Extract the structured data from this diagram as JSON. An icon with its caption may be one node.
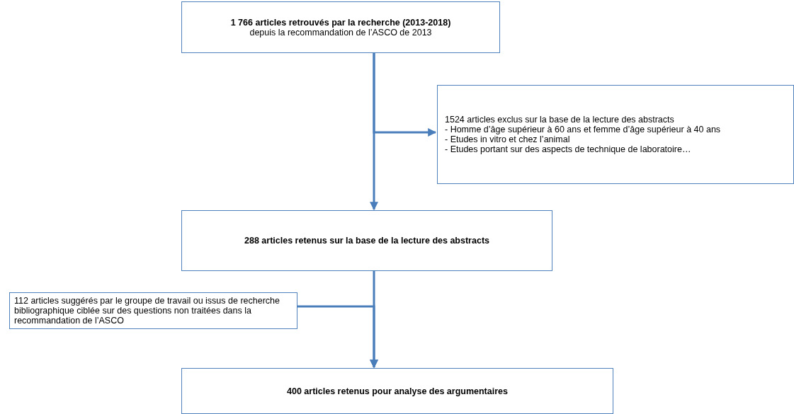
{
  "diagram": {
    "nodes": [
      {
        "text": [
          "1 766 articles retrouvés par la recherche (2013-2018)",
          "depuis la recommandation de l’ASCO de 2013"
        ]
      },
      {
        "text": [
          "1524 articles exclus sur la base de la lecture des abstracts",
          "- Homme d’âge supérieur à 60 ans et femme d’âge supérieur à 40 ans",
          "- Etudes in vitro et chez l’animal",
          "- Etudes portant sur des aspects de technique de laboratoire…"
        ]
      },
      {
        "text": [
          "288 articles retenus sur la base de la lecture des abstracts"
        ]
      },
      {
        "text": [
          "112 articles suggérés par le groupe de travail ou issus de recherche bibliographique ciblée sur des questions non traitées dans la recommandation de l’ASCO"
        ]
      },
      {
        "text": [
          "400 articles retenus pour analyse des argumentaires"
        ]
      }
    ],
    "edges": [
      {
        "from": 0,
        "to": 2,
        "arrow": "to"
      },
      {
        "from": 0,
        "to": 1,
        "arrow": "to"
      },
      {
        "from": 2,
        "to": 4,
        "arrow": "to"
      },
      {
        "from": 3,
        "to": 4,
        "arrow": "to"
      }
    ]
  }
}
